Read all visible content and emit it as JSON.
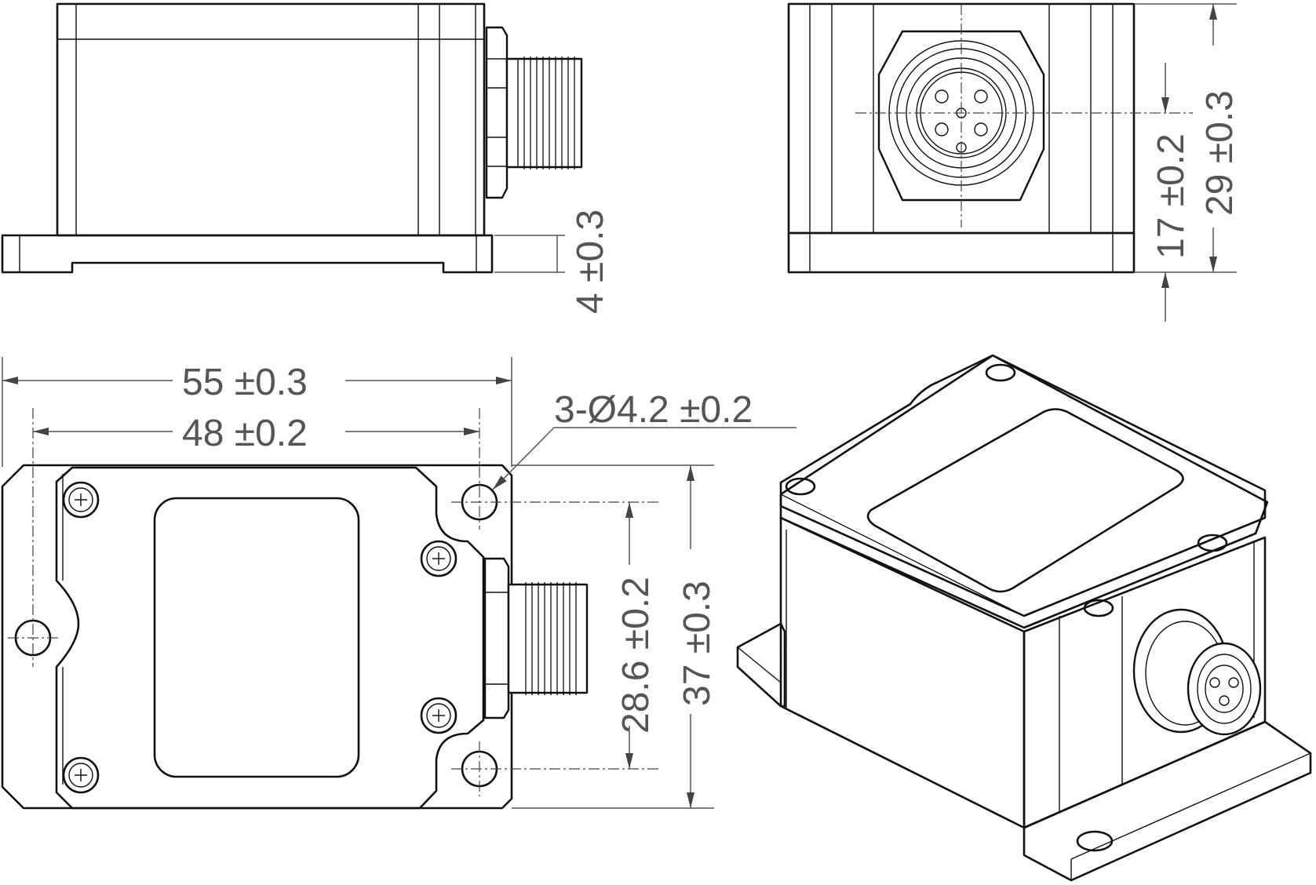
{
  "dimensions": {
    "flange_thickness": "4 ±0.3",
    "connector_center_height": "17 ±0.2",
    "overall_height": "29 ±0.3",
    "overall_length": "55 ±0.3",
    "hole_spacing_length": "48 ±0.2",
    "mounting_holes": "3-Ø4.2 ±0.2",
    "hole_spacing_width": "28.6 ±0.2",
    "overall_width": "37 ±0.3"
  }
}
